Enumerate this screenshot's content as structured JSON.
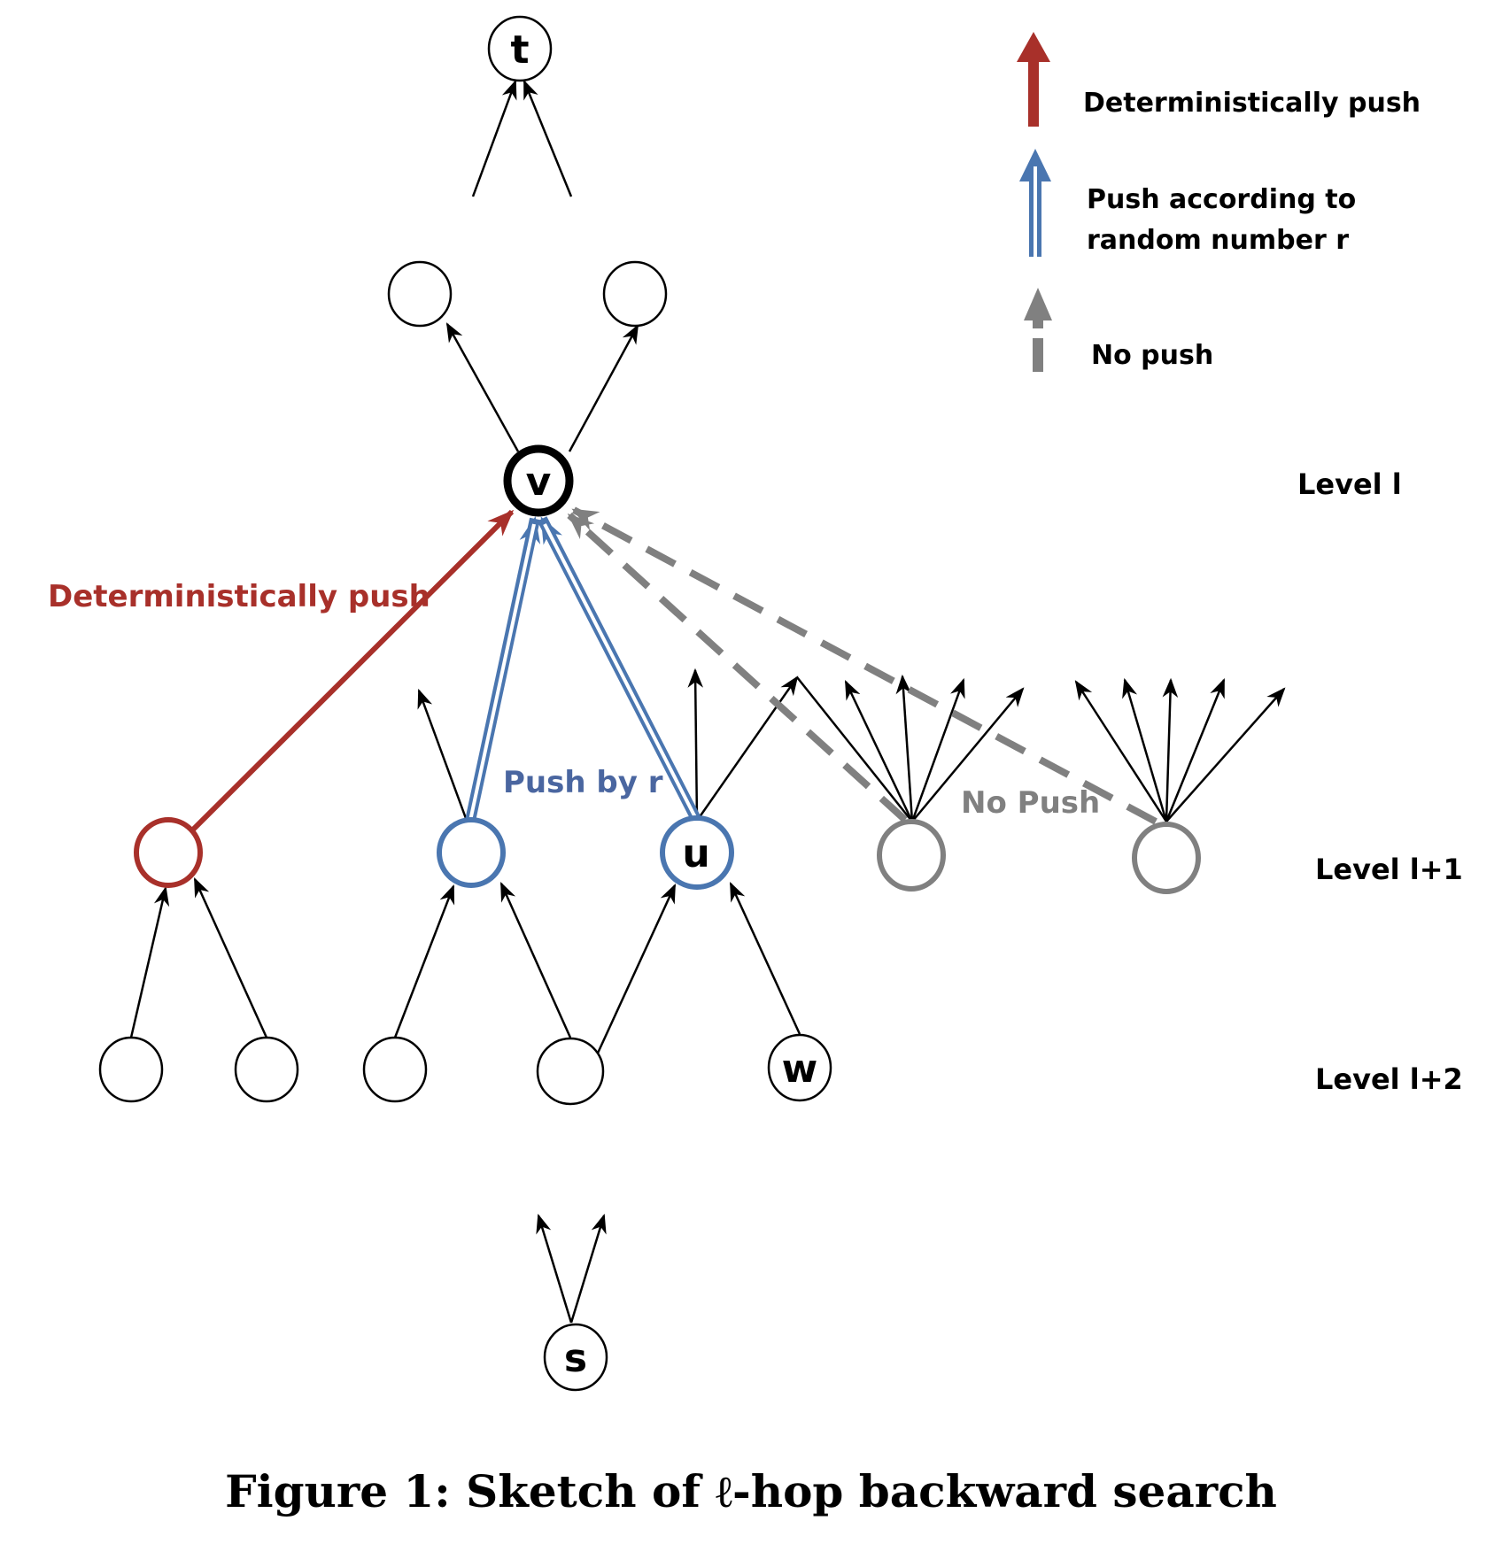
{
  "colors": {
    "deterministic": "#A8302A",
    "random": "#4A76B0",
    "nopush": "#808080",
    "default": "#000000"
  },
  "legend": {
    "items": [
      {
        "kind": "deterministic",
        "label_lines": [
          "Deterministically push"
        ]
      },
      {
        "kind": "random",
        "label_lines": [
          "Push according to",
          "random number r"
        ]
      },
      {
        "kind": "nopush",
        "label_lines": [
          "No push"
        ]
      }
    ]
  },
  "levels": {
    "l": "Level l",
    "l1": "Level l+1",
    "l2": "Level l+2"
  },
  "edge_labels": {
    "deterministic": "Deterministically push",
    "random": "Push by r",
    "nopush": "No Push"
  },
  "nodes": {
    "t": "t",
    "v": "v",
    "u": "u",
    "w": "w",
    "s": "s"
  },
  "caption": "Figure 1: Sketch of ℓ-hop backward search"
}
